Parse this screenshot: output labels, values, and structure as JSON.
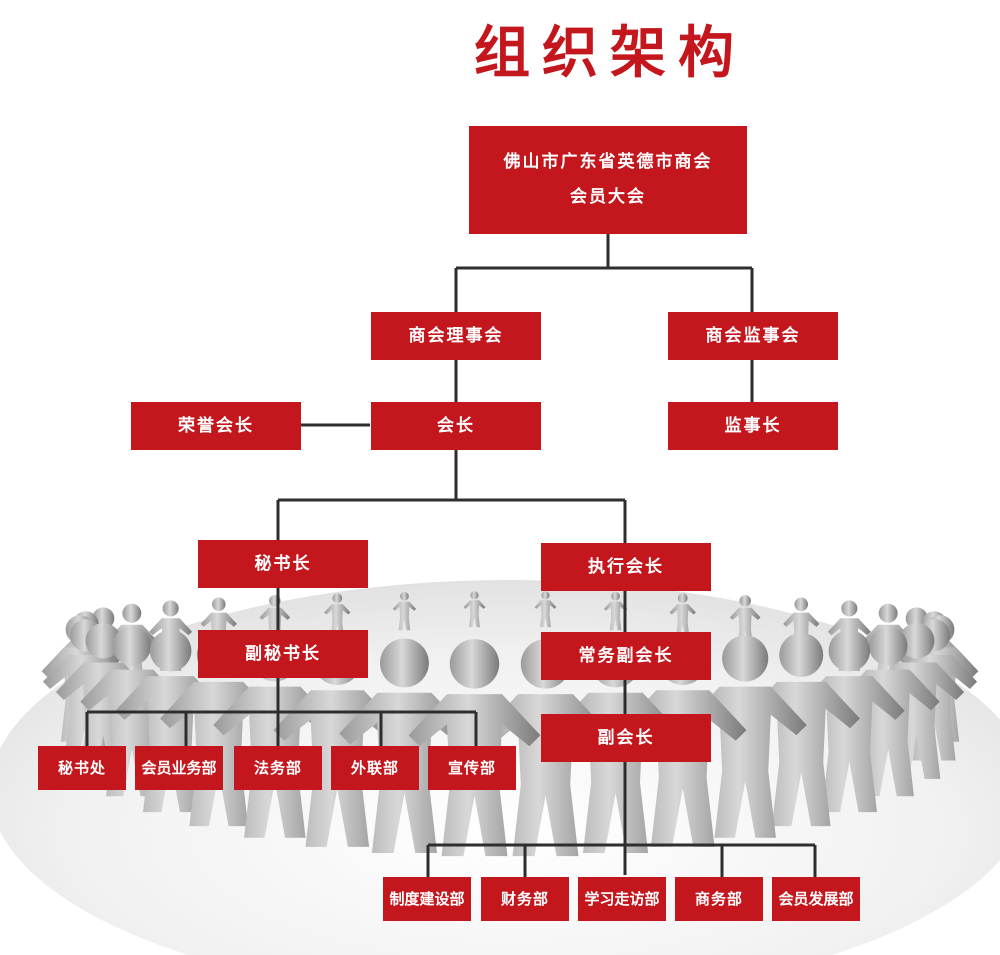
{
  "title": "组织架构",
  "nodes": {
    "assembly_line1": "佛山市广东省英德市商会",
    "assembly_line2": "会员大会",
    "council": "商会理事会",
    "supervisory": "商会监事会",
    "honorary_president": "荣誉会长",
    "president": "会长",
    "chief_supervisor": "监事长",
    "secretary_general": "秘书长",
    "executive_president": "执行会长",
    "deputy_secretary_general": "副秘书长",
    "standing_vice_president": "常务副会长",
    "vice_president": "副会长",
    "secretariat": "秘书处",
    "membership_affairs": "会员业务部",
    "legal": "法务部",
    "external_liaison": "外联部",
    "publicity": "宣传部",
    "system_building": "制度建设部",
    "finance": "财务部",
    "study_visit": "学习走访部",
    "business": "商务部",
    "member_development": "会员发展部"
  }
}
